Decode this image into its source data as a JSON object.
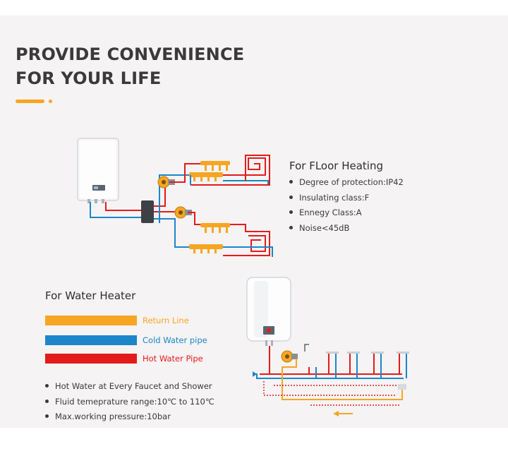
{
  "headline": {
    "line1": "PROVIDE CONVENIENCE",
    "line2": "FOR YOUR LIFE"
  },
  "colors": {
    "accent": "#f6a623",
    "return_line": "#f6a623",
    "cold_water": "#1c86c8",
    "hot_water": "#e41b1b"
  },
  "floor_heating": {
    "title": "For FLoor Heating",
    "specs": [
      "Degree of protection:IP42",
      "Insulating class:F",
      "Ennegy Class:A",
      "Noise<45dB"
    ]
  },
  "water_heater": {
    "title": "For Water Heater",
    "legend": [
      {
        "label": "Return Line",
        "color": "#f6a623"
      },
      {
        "label": "Cold Water pipe",
        "color": "#1c86c8"
      },
      {
        "label": "Hot Water Pipe",
        "color": "#e41b1b"
      }
    ],
    "features": [
      "Hot Water at Every Faucet and Shower",
      "Fluid temeprature range:10℃ to 110℃",
      "Max.working pressure:10bar"
    ]
  }
}
